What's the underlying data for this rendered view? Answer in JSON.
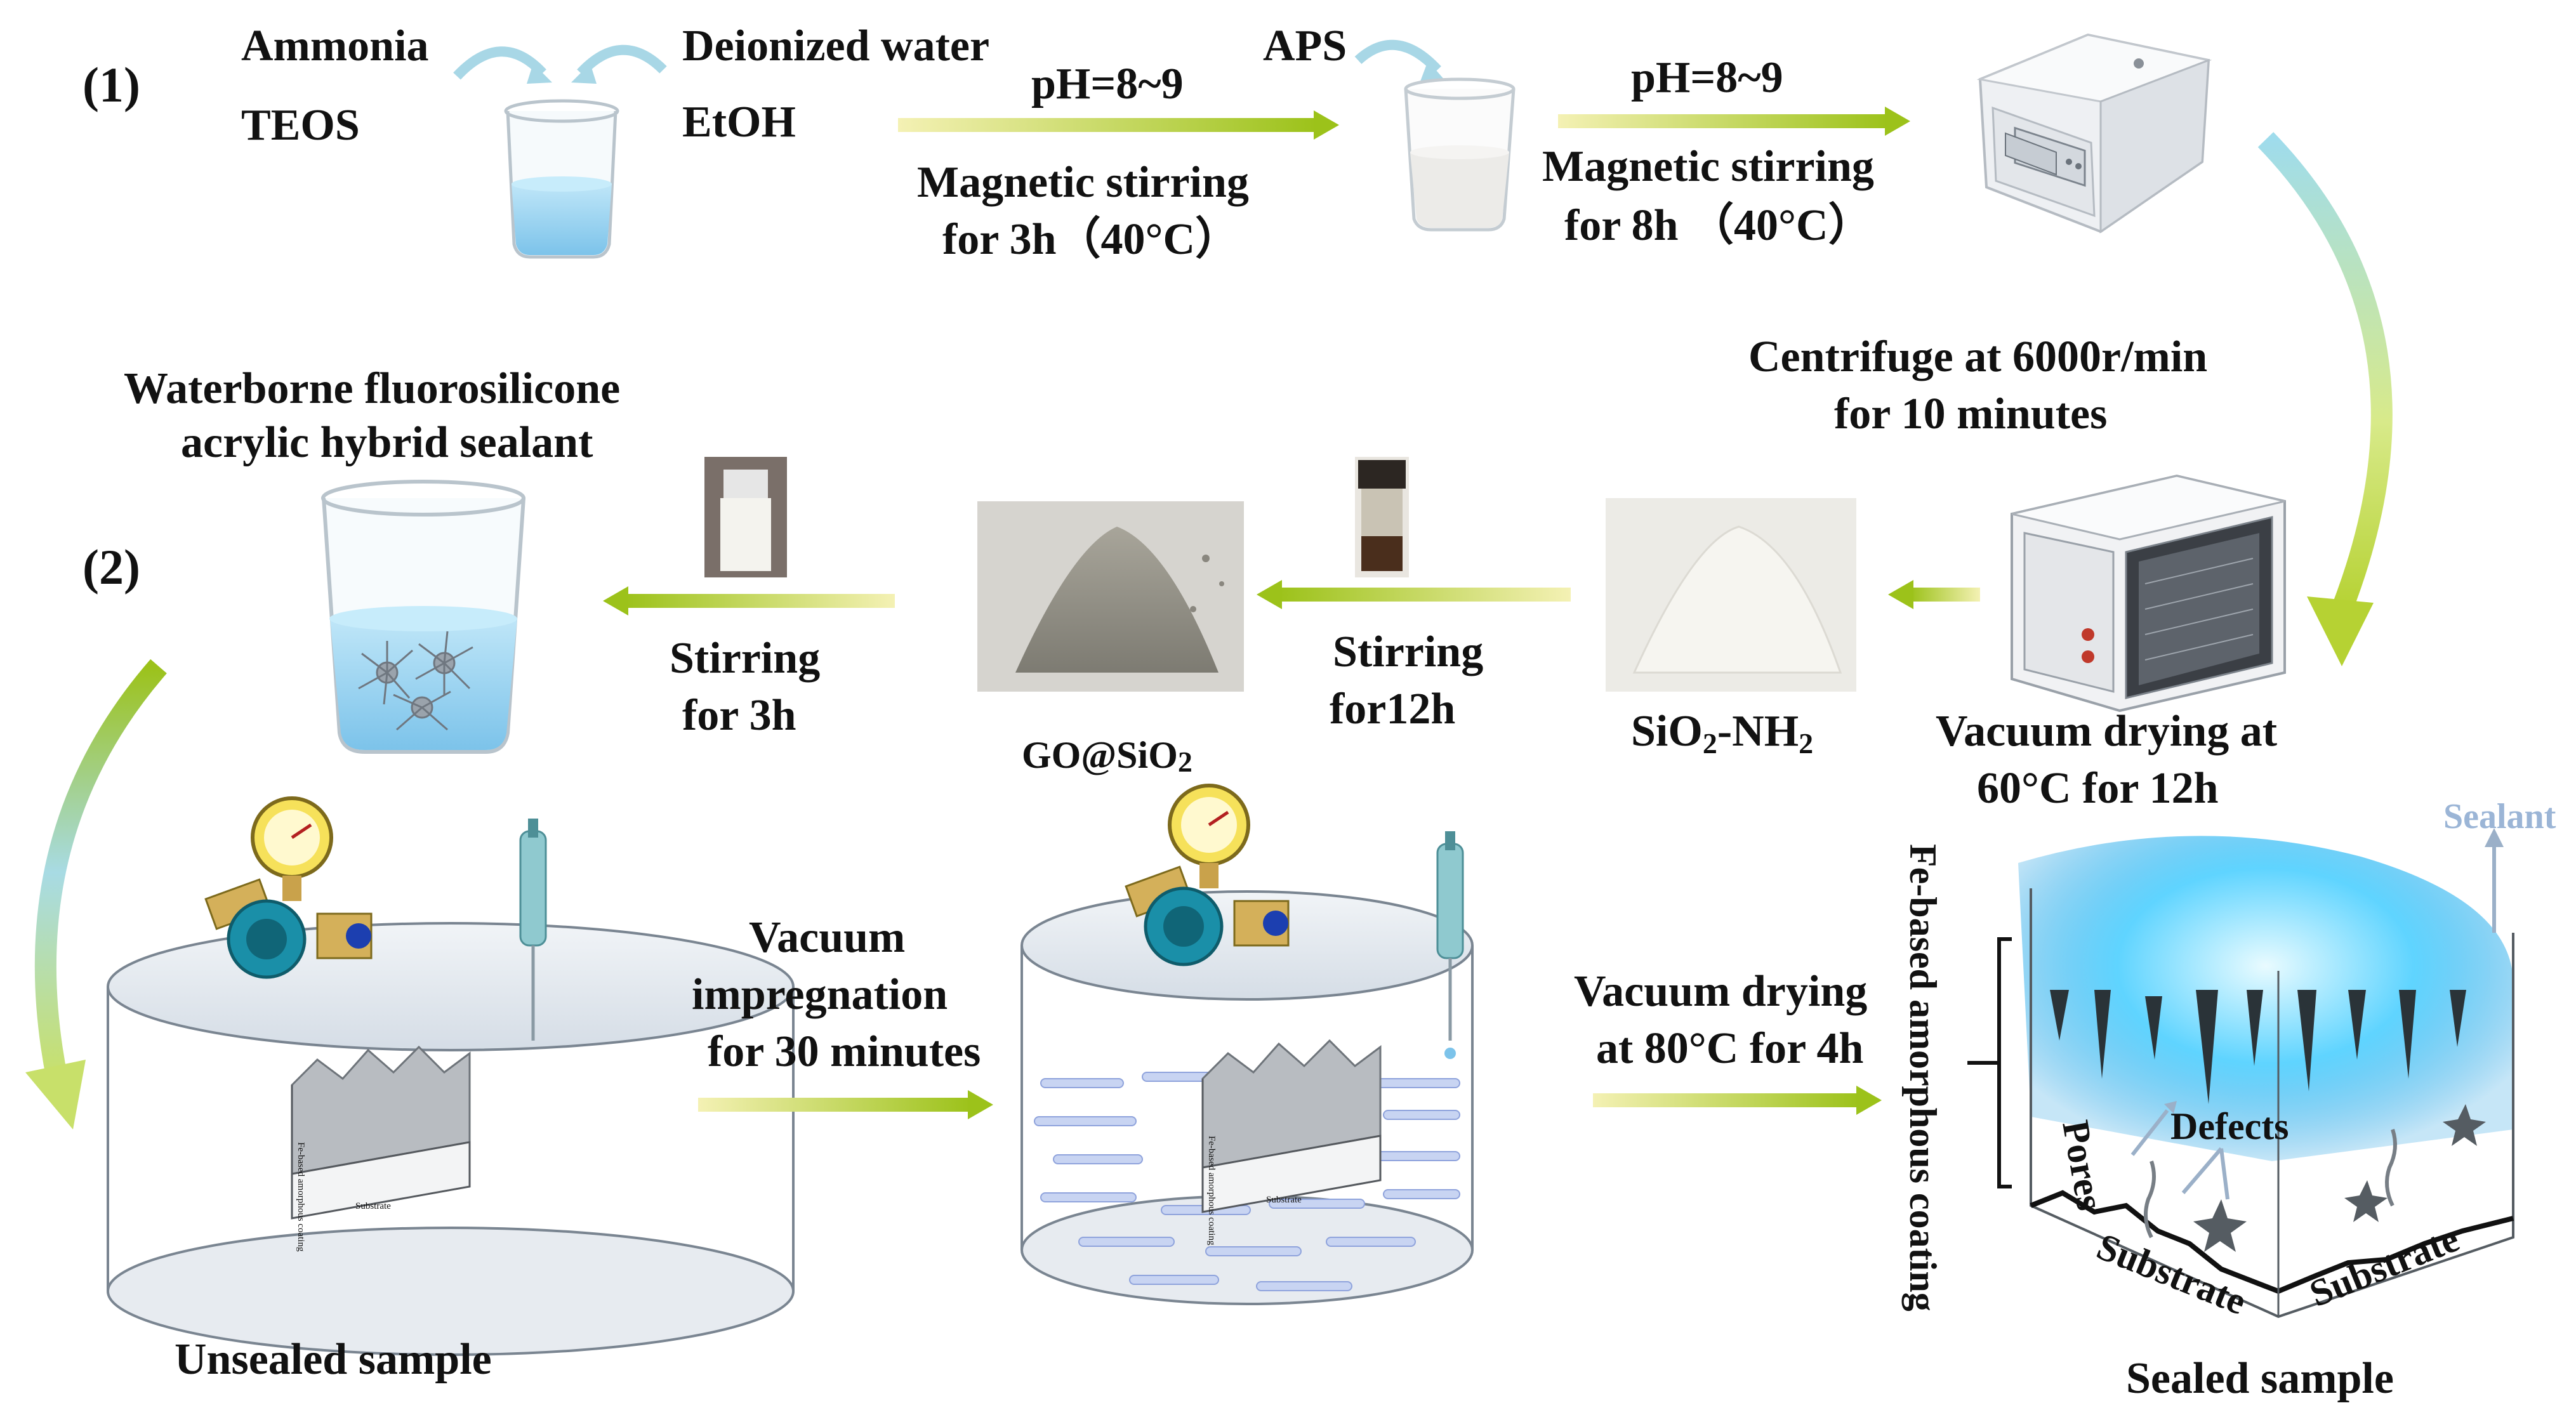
{
  "steps": {
    "step1": "(1)",
    "step2": "(2)"
  },
  "row1": {
    "ammonia": "Ammonia",
    "teos": "TEOS",
    "deionized_water": "Deionized water",
    "etoh": "EtOH",
    "aps": "APS",
    "ph1": "pH=8~9",
    "stir1_line1": "Magnetic stirring",
    "stir1_line2": "for 3h（40°C）",
    "ph2": "pH=8~9",
    "stir2_line1": "Magnetic stirring",
    "stir2_line2": "for 8h （40°C）",
    "centrifuge_line1": "Centrifuge at 6000r/min",
    "centrifuge_line2": "for 10 minutes"
  },
  "row2": {
    "sealant_line1": "Waterborne fluorosilicone",
    "sealant_line2": "acrylic hybrid sealant",
    "stir3_line1": "Stirring",
    "stir3_line2": "for 3h",
    "go_sio2": "GO@SiO",
    "go_sio2_sub": "2",
    "stir12_line1": "Stirring",
    "stir12_line2": "for12h",
    "sio2nh2_a": "SiO",
    "sio2nh2_sub1": "2",
    "sio2nh2_b": "-NH",
    "sio2nh2_sub2": "2",
    "vacdry_line1": "Vacuum drying at",
    "vacdry_line2": "60°C for 12h"
  },
  "row3": {
    "unsealed": "Unsealed sample",
    "vacimp_line1": "Vacuum",
    "vacimp_line2": "impregnation",
    "vacimp_line3": "for 30 minutes",
    "vacdry2_line1": "Vacuum drying",
    "vacdry2_line2": "at 80°C for 4h",
    "coating_vertical": "Fe-based amorphous coating",
    "sealant": "Sealant",
    "pores": "Pores",
    "defects": "Defects",
    "substrate": "Substrate",
    "sealed": "Sealed sample",
    "mini_coating": "Fe-based amorphous coating",
    "mini_substrate": "Substrate"
  },
  "colors": {
    "arrow_start": "#f4f1b4",
    "arrow_end": "#9cc21a",
    "curved_arrow": "#a8d7e6",
    "water": "#9fd4ef",
    "valve": "#1a8fa8",
    "glow": "#2bc3ff"
  }
}
